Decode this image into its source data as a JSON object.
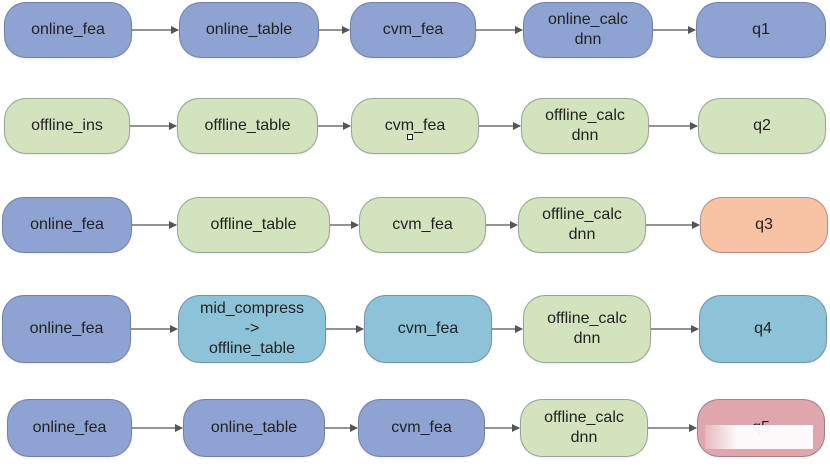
{
  "colors": {
    "blue": "#8ea3d2",
    "green": "#d2e3bd",
    "teal": "#8dc3d8",
    "peach": "#f8c3a5",
    "pink": "#dfa7ad",
    "arrow": "#555555"
  },
  "rows": [
    {
      "nodes": [
        {
          "label": "online_fea",
          "color": "blue"
        },
        {
          "label": "online_table",
          "color": "blue"
        },
        {
          "label": "cvm_fea",
          "color": "blue"
        },
        {
          "label": "online_calc\ndnn",
          "color": "blue"
        },
        {
          "label": "q1",
          "color": "blue"
        }
      ]
    },
    {
      "nodes": [
        {
          "label": "offline_ins",
          "color": "green"
        },
        {
          "label": "offline_table",
          "color": "green"
        },
        {
          "label": "cvm_fea",
          "color": "green"
        },
        {
          "label": "offline_calc\ndnn",
          "color": "green"
        },
        {
          "label": "q2",
          "color": "green"
        }
      ]
    },
    {
      "nodes": [
        {
          "label": "online_fea",
          "color": "blue"
        },
        {
          "label": "offline_table",
          "color": "green"
        },
        {
          "label": "cvm_fea",
          "color": "green"
        },
        {
          "label": "offline_calc\ndnn",
          "color": "green"
        },
        {
          "label": "q3",
          "color": "peach"
        }
      ]
    },
    {
      "nodes": [
        {
          "label": "online_fea",
          "color": "blue"
        },
        {
          "label": "mid_compress\n->\noffline_table",
          "color": "teal"
        },
        {
          "label": "cvm_fea",
          "color": "teal"
        },
        {
          "label": "offline_calc\ndnn",
          "color": "green"
        },
        {
          "label": "q4",
          "color": "teal"
        }
      ]
    },
    {
      "nodes": [
        {
          "label": "online_fea",
          "color": "blue"
        },
        {
          "label": "online_table",
          "color": "blue"
        },
        {
          "label": "cvm_fea",
          "color": "blue"
        },
        {
          "label": "offline_calc\ndnn",
          "color": "green"
        },
        {
          "label": "q5",
          "color": "pink"
        }
      ]
    }
  ]
}
